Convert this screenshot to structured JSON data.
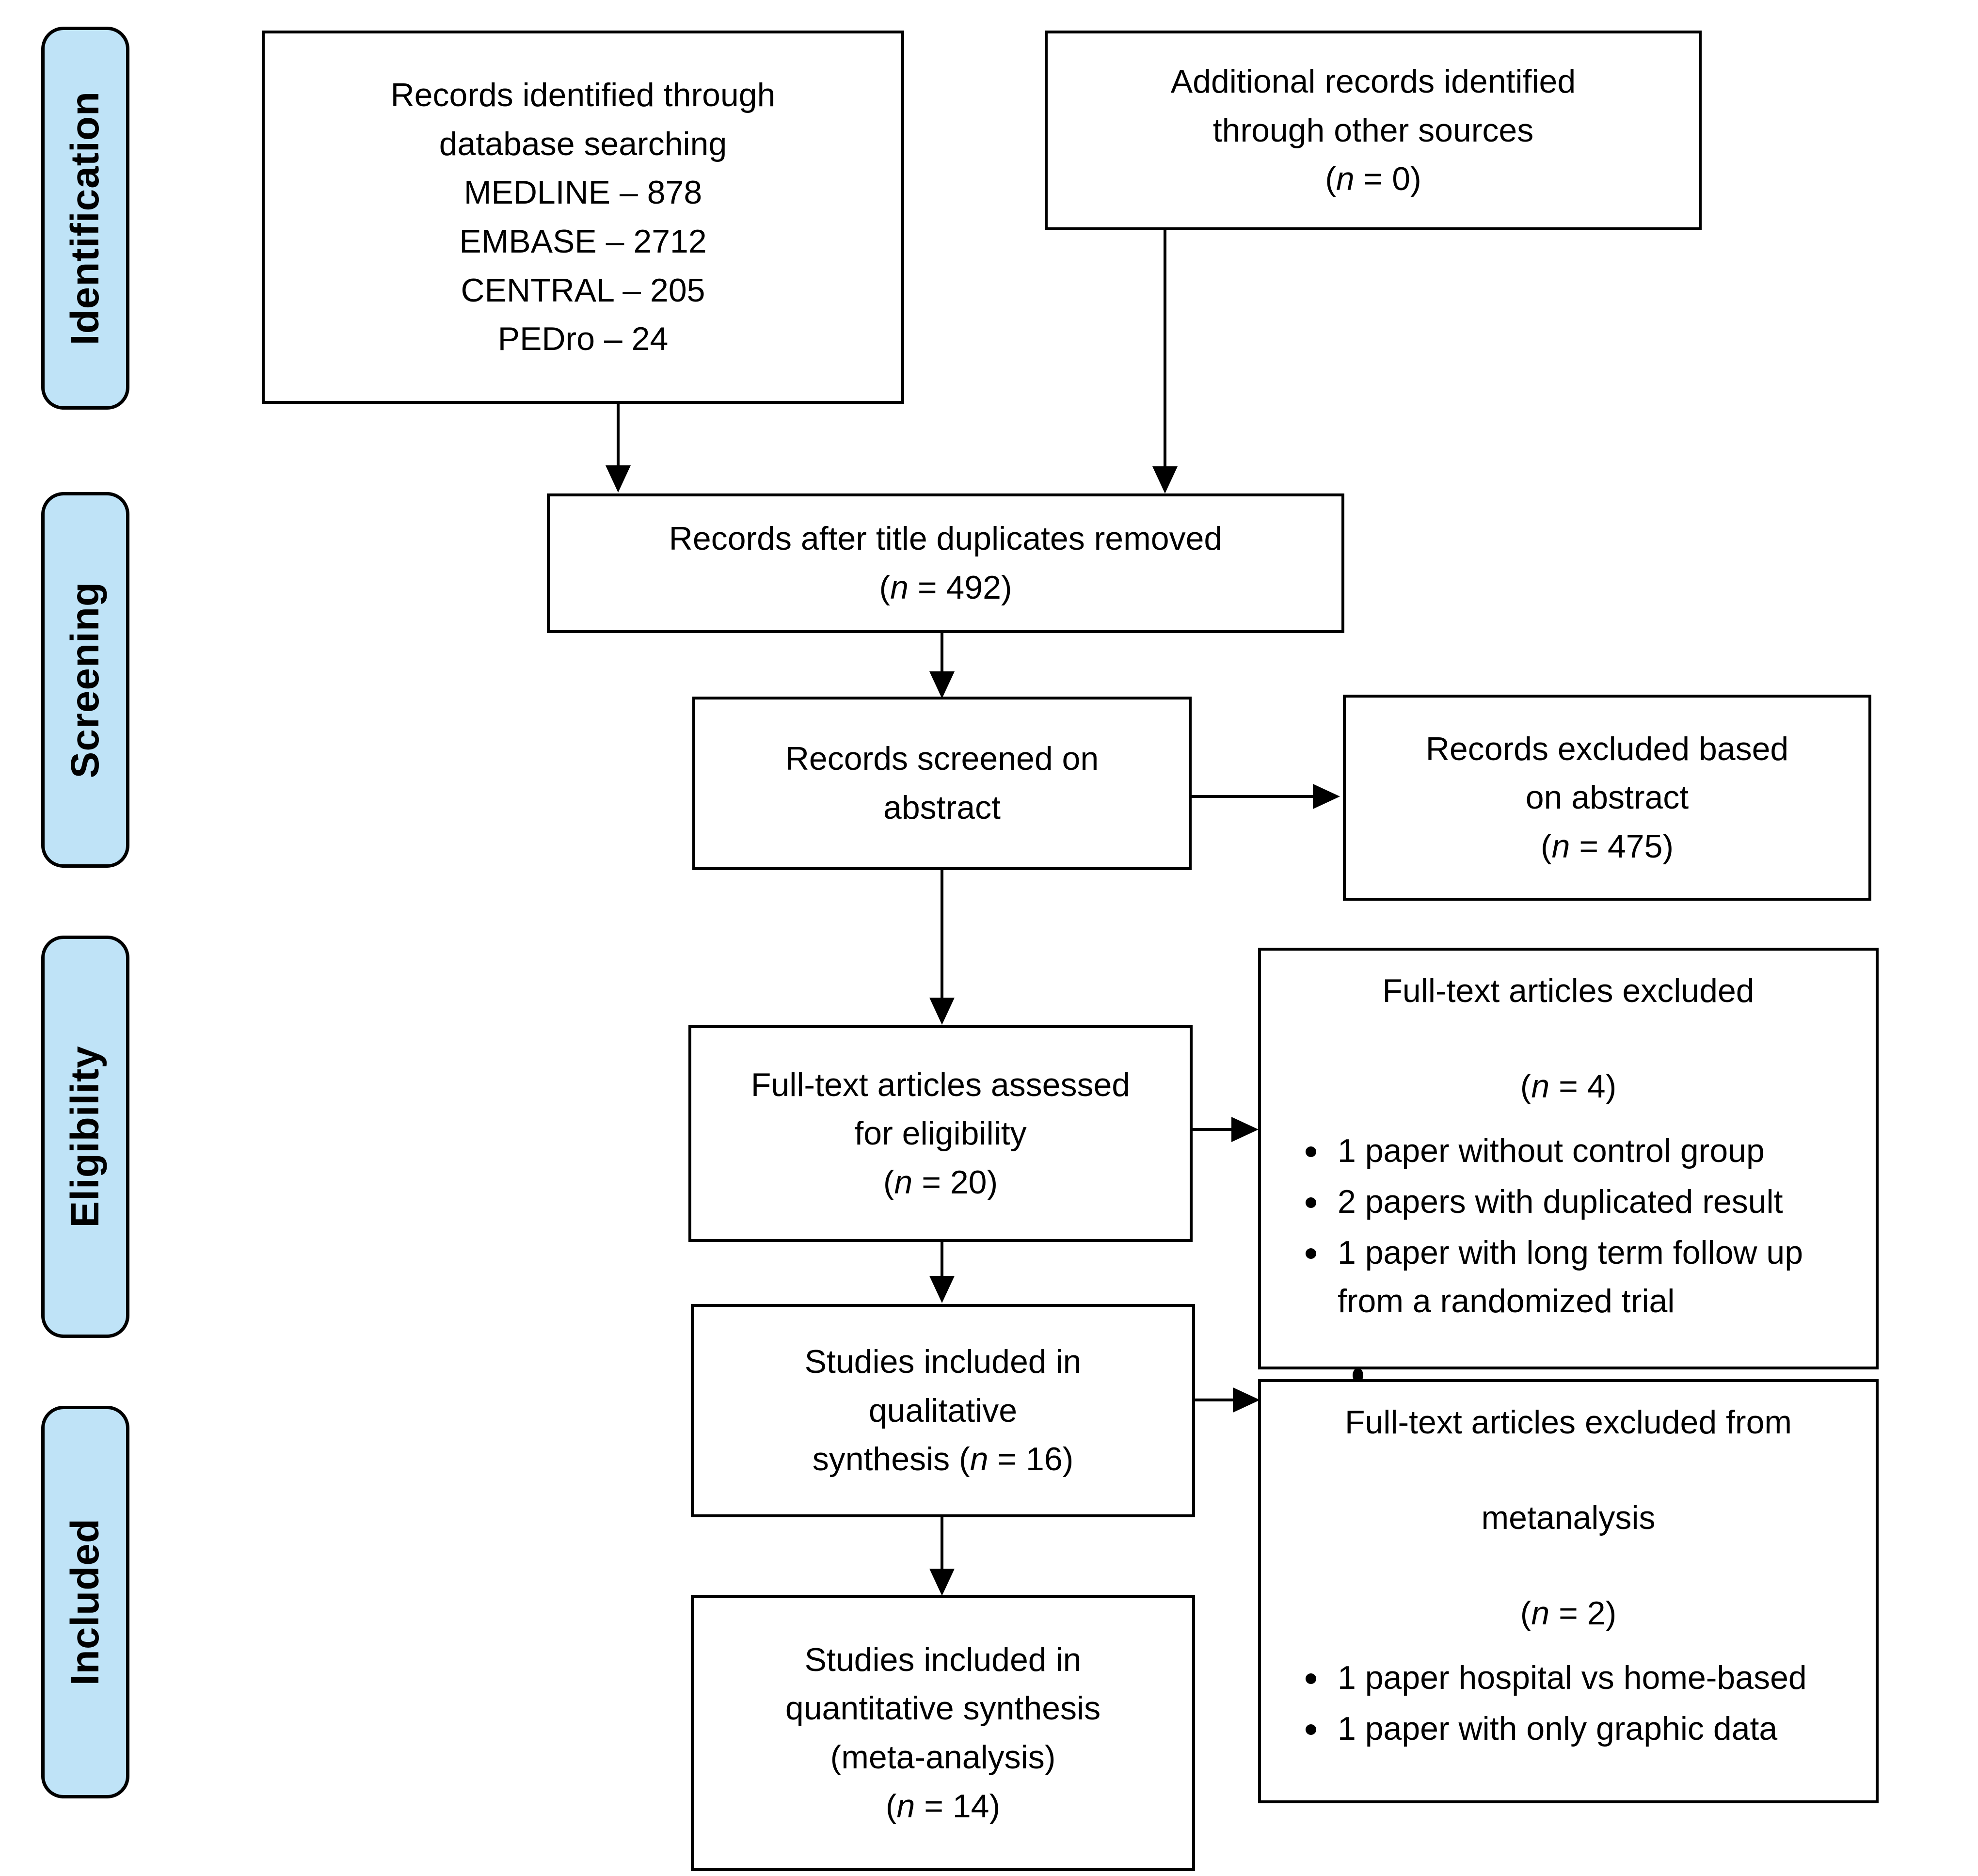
{
  "diagram": {
    "title": "PRISMA flow diagram",
    "accent_color": "#bfe3f7",
    "line_color": "#000000",
    "background_color": "#ffffff"
  },
  "stages": [
    {
      "key": "identification",
      "label": "Identification"
    },
    {
      "key": "screening",
      "label": "Screening"
    },
    {
      "key": "eligibility",
      "label": "Eligibility"
    },
    {
      "key": "included",
      "label": "Included"
    }
  ],
  "boxes": {
    "database_search": {
      "line1": "Records identified through",
      "line2": "database searching",
      "line3": "MEDLINE –  878",
      "line4": "EMBASE –  2712",
      "line5": "CENTRAL – 205",
      "line6": "PEDro –  24"
    },
    "other_sources": {
      "line1": "Additional records identified",
      "line2": "through other sources",
      "count_prefix": "(",
      "count_italic": "n",
      "count_suffix": " =  0)"
    },
    "duplicates_removed": {
      "line1": "Records after title duplicates removed",
      "count_prefix": "(",
      "count_italic": "n",
      "count_suffix": " = 492)"
    },
    "screened_abstract": {
      "line1": "Records screened on",
      "line2": "abstract"
    },
    "excluded_abstract": {
      "line1": "Records excluded based",
      "line2": "on abstract",
      "count_prefix": "(",
      "count_italic": "n",
      "count_suffix": " = 475)"
    },
    "fulltext_assessed": {
      "line1": "Full-text articles assessed",
      "line2": "for eligibility",
      "count_prefix": "(",
      "count_italic": "n",
      "count_suffix": " = 20)"
    },
    "fulltext_excluded": {
      "heading_line1": "Full-text articles excluded",
      "count_prefix": "(",
      "count_italic": "n",
      "count_suffix": " = 4)",
      "reasons": [
        "1 paper without control group",
        "2 papers with duplicated result",
        "1 paper with long term follow up from a randomized trial"
      ]
    },
    "qualitative_synthesis": {
      "line1": "Studies included in",
      "line2": "qualitative",
      "line3_prefix": "synthesis (",
      "line3_italic": "n",
      "line3_suffix": " = 16)"
    },
    "excluded_metanalysis": {
      "heading_line1": "Full-text articles excluded from",
      "heading_line2": "metanalysis",
      "count_prefix": "(",
      "count_italic": "n",
      "count_suffix": " = 2)",
      "reasons": [
        "1 paper hospital vs home-based",
        "1 paper with only graphic data"
      ]
    },
    "quantitative_synthesis": {
      "line1": "Studies included in",
      "line2": "quantitative synthesis",
      "line3": "(meta-analysis)",
      "count_prefix": "(",
      "count_italic": "n",
      "count_suffix": " = 14)"
    }
  },
  "chart_data": {
    "type": "diagram",
    "title": "PRISMA flow diagram",
    "nodes": [
      {
        "id": "database_search",
        "stage": "Identification",
        "label": "Records identified through database searching",
        "counts": {
          "MEDLINE": 878,
          "EMBASE": 2712,
          "CENTRAL": 205,
          "PEDro": 24
        }
      },
      {
        "id": "other_sources",
        "stage": "Identification",
        "label": "Additional records identified through other sources",
        "n": 0
      },
      {
        "id": "duplicates_removed",
        "stage": "Screening",
        "label": "Records after title duplicates removed",
        "n": 492
      },
      {
        "id": "screened_abstract",
        "stage": "Screening",
        "label": "Records screened on abstract",
        "n": null
      },
      {
        "id": "excluded_abstract",
        "stage": "Screening",
        "label": "Records excluded based on abstract",
        "n": 475
      },
      {
        "id": "fulltext_assessed",
        "stage": "Eligibility",
        "label": "Full-text articles assessed for eligibility",
        "n": 20
      },
      {
        "id": "fulltext_excluded",
        "stage": "Eligibility",
        "label": "Full-text articles excluded",
        "n": 4
      },
      {
        "id": "qualitative_synthesis",
        "stage": "Included",
        "label": "Studies included in qualitative synthesis",
        "n": 16
      },
      {
        "id": "excluded_metanalysis",
        "stage": "Included",
        "label": "Full-text articles excluded from metanalysis",
        "n": 2
      },
      {
        "id": "quantitative_synthesis",
        "stage": "Included",
        "label": "Studies included in quantitative synthesis (meta-analysis)",
        "n": 14
      }
    ],
    "edges": [
      {
        "from": "database_search",
        "to": "duplicates_removed"
      },
      {
        "from": "other_sources",
        "to": "duplicates_removed"
      },
      {
        "from": "duplicates_removed",
        "to": "screened_abstract"
      },
      {
        "from": "screened_abstract",
        "to": "excluded_abstract"
      },
      {
        "from": "screened_abstract",
        "to": "fulltext_assessed"
      },
      {
        "from": "fulltext_assessed",
        "to": "fulltext_excluded"
      },
      {
        "from": "fulltext_assessed",
        "to": "qualitative_synthesis"
      },
      {
        "from": "qualitative_synthesis",
        "to": "excluded_metanalysis"
      },
      {
        "from": "qualitative_synthesis",
        "to": "quantitative_synthesis"
      }
    ]
  }
}
